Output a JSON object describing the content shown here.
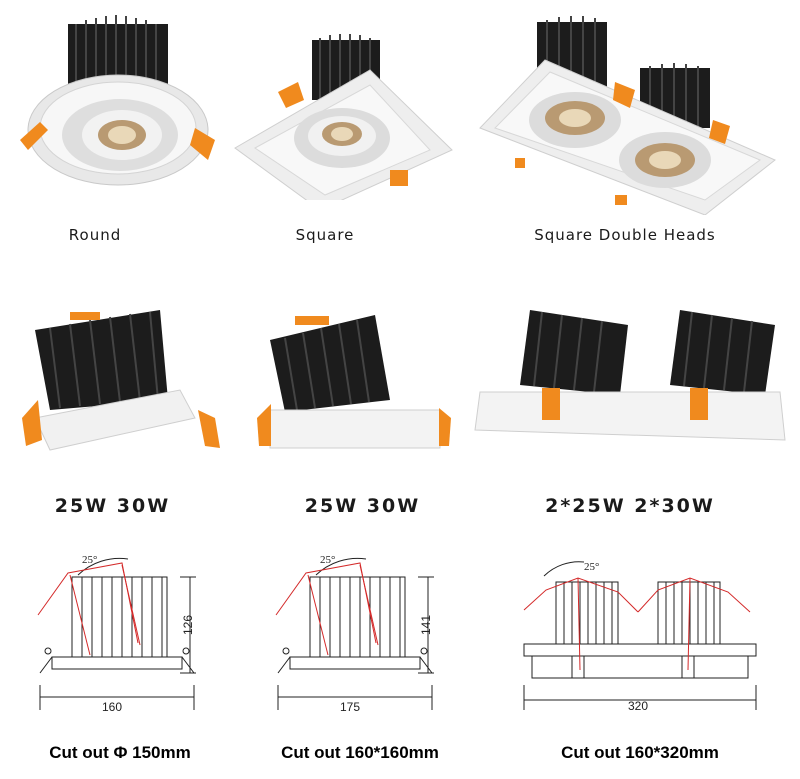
{
  "types": [
    {
      "label": "Round"
    },
    {
      "label": "Square"
    },
    {
      "label": "Square Double Heads"
    }
  ],
  "wattages": [
    {
      "label": "25W  30W"
    },
    {
      "label": "25W  30W"
    },
    {
      "label": "2*25W   2*30W"
    }
  ],
  "drawings": [
    {
      "angle": "25°",
      "height": "126",
      "width": "160"
    },
    {
      "angle": "25°",
      "height": "141",
      "width": "175"
    },
    {
      "angle": "25°",
      "width": "320"
    }
  ],
  "cutouts": [
    {
      "label": "Cut out Φ 150mm"
    },
    {
      "label": "Cut out 160*160mm"
    },
    {
      "label": "Cut out 160*320mm"
    }
  ],
  "colors": {
    "heatsink": "#1c1c1c",
    "housing": "#f2f2f2",
    "spring_clip": "#f08a1e",
    "drawing_red": "#d42a2a"
  }
}
